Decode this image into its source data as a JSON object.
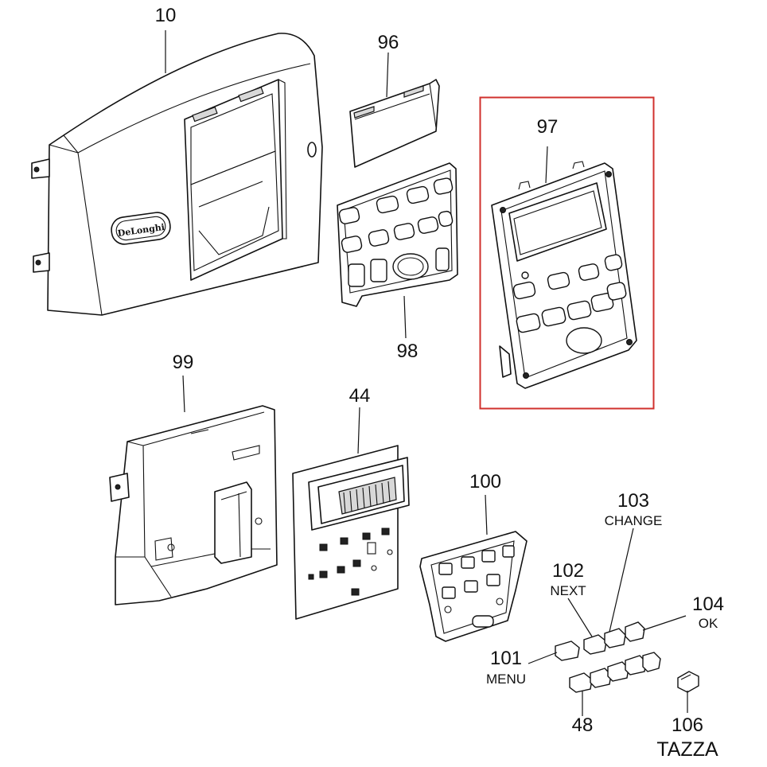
{
  "highlight_color": "#d0312d",
  "labels": {
    "p10": "10",
    "p96": "96",
    "p97": "97",
    "p98": "98",
    "p99": "99",
    "p44": "44",
    "p100": "100",
    "p103": "103",
    "p103_name": "CHANGE",
    "p102": "102",
    "p102_name": "NEXT",
    "p104": "104",
    "p104_name": "OK",
    "p101": "101",
    "p101_name": "MENU",
    "p48": "48",
    "p106": "106",
    "p106_name": "TAZZA"
  },
  "logo_text": "DeLonghi"
}
